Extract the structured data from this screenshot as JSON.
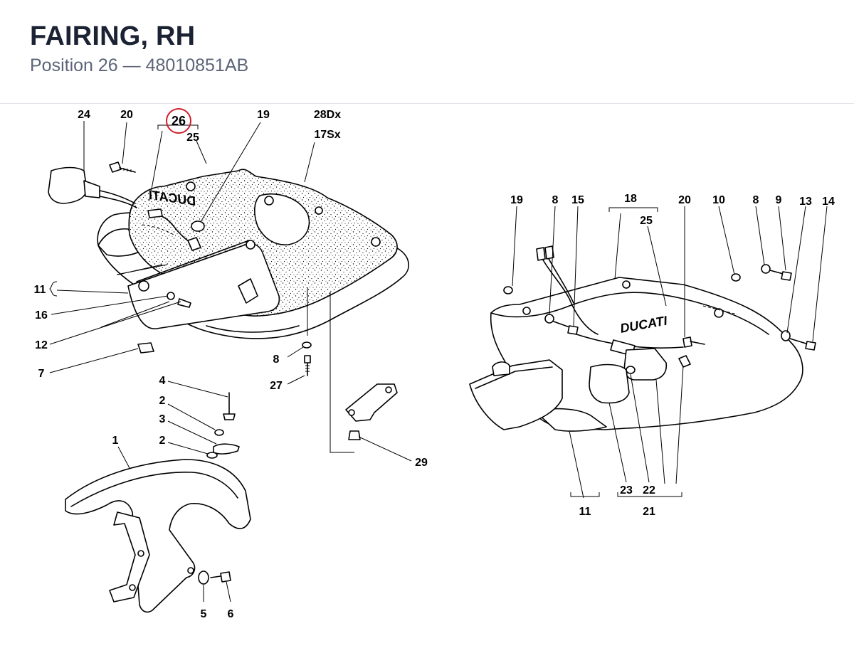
{
  "header": {
    "title": "FAIRING, RH",
    "subtitle": "Position 26 — 48010851AB"
  },
  "diagram": {
    "highlighted_position": "26",
    "brand_text": "DUCATI",
    "labels": {
      "p24": "24",
      "p20a": "20",
      "p26": "26",
      "p25a": "25",
      "p19a": "19",
      "p28": "28Dx",
      "p17": "17Sx",
      "p11a": "11",
      "p16": "16",
      "p12": "12",
      "p7": "7",
      "p8a": "8",
      "p27": "27",
      "p29": "29",
      "p4": "4",
      "p2a": "2",
      "p3": "3",
      "p2b": "2",
      "p1": "1",
      "p5": "5",
      "p6": "6",
      "p19b": "19",
      "p8b": "8",
      "p15": "15",
      "p18": "18",
      "p25b": "25",
      "p20b": "20",
      "p10": "10",
      "p8c": "8",
      "p9": "9",
      "p13": "13",
      "p14": "14",
      "p23": "23",
      "p22": "22",
      "p11b": "11",
      "p21": "21"
    },
    "colors": {
      "highlight": "#d21f2b",
      "ink": "#000000"
    }
  }
}
